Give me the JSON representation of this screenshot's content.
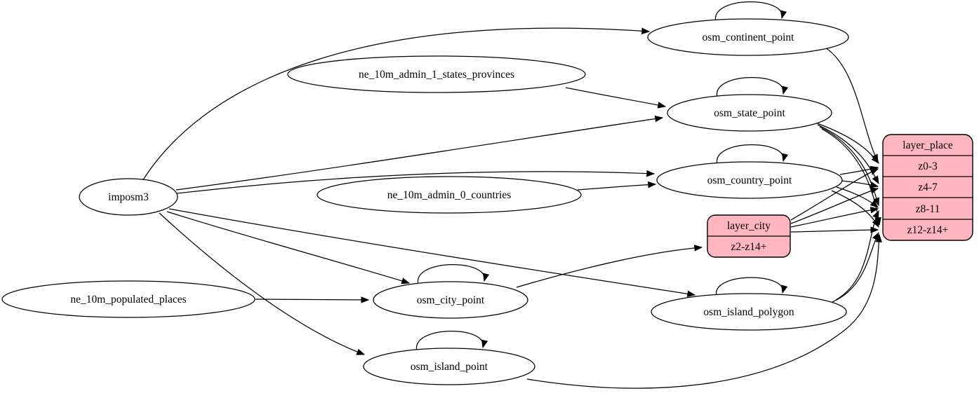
{
  "diagram_type": "etl-graph",
  "colors": {
    "background": "#ffffff",
    "node_fill": "#ffffff",
    "record_fill": "#ffb6c1",
    "stroke": "#000000"
  },
  "nodes": {
    "imposm3": {
      "label": "imposm3"
    },
    "ne_10m_admin_1_states_provinces": {
      "label": "ne_10m_admin_1_states_provinces"
    },
    "ne_10m_admin_0_countries": {
      "label": "ne_10m_admin_0_countries"
    },
    "ne_10m_populated_places": {
      "label": "ne_10m_populated_places"
    },
    "osm_continent_point": {
      "label": "osm_continent_point"
    },
    "osm_state_point": {
      "label": "osm_state_point"
    },
    "osm_country_point": {
      "label": "osm_country_point"
    },
    "osm_city_point": {
      "label": "osm_city_point"
    },
    "osm_island_polygon": {
      "label": "osm_island_polygon"
    },
    "osm_island_point": {
      "label": "osm_island_point"
    }
  },
  "records": {
    "layer_city": {
      "title": "layer_city",
      "rows": [
        "z2-z14+"
      ]
    },
    "layer_place": {
      "title": "layer_place",
      "rows": [
        "z0-3",
        "z4-7",
        "z8-11",
        "z12-z14+"
      ]
    }
  },
  "edges": [
    {
      "from": "imposm3",
      "to": "osm_continent_point"
    },
    {
      "from": "imposm3",
      "to": "osm_state_point"
    },
    {
      "from": "imposm3",
      "to": "osm_country_point"
    },
    {
      "from": "imposm3",
      "to": "osm_city_point"
    },
    {
      "from": "imposm3",
      "to": "osm_island_polygon"
    },
    {
      "from": "imposm3",
      "to": "osm_island_point"
    },
    {
      "from": "ne_10m_admin_1_states_provinces",
      "to": "osm_state_point"
    },
    {
      "from": "ne_10m_admin_0_countries",
      "to": "osm_country_point"
    },
    {
      "from": "ne_10m_populated_places",
      "to": "osm_city_point"
    },
    {
      "from": "osm_continent_point",
      "to": "osm_continent_point"
    },
    {
      "from": "osm_state_point",
      "to": "osm_state_point"
    },
    {
      "from": "osm_country_point",
      "to": "osm_country_point"
    },
    {
      "from": "osm_city_point",
      "to": "osm_city_point"
    },
    {
      "from": "osm_island_polygon",
      "to": "osm_island_polygon"
    },
    {
      "from": "osm_island_point",
      "to": "osm_island_point"
    },
    {
      "from": "osm_continent_point",
      "to": "layer_place",
      "port": "z0-3"
    },
    {
      "from": "osm_state_point",
      "to": "layer_place",
      "port": "z0-3"
    },
    {
      "from": "osm_state_point",
      "to": "layer_place",
      "port": "z4-7"
    },
    {
      "from": "osm_state_point",
      "to": "layer_place",
      "port": "z8-11"
    },
    {
      "from": "osm_state_point",
      "to": "layer_place",
      "port": "z12-z14+"
    },
    {
      "from": "osm_country_point",
      "to": "layer_place",
      "port": "z0-3"
    },
    {
      "from": "osm_country_point",
      "to": "layer_place",
      "port": "z4-7"
    },
    {
      "from": "osm_country_point",
      "to": "layer_place",
      "port": "z8-11"
    },
    {
      "from": "osm_country_point",
      "to": "layer_place",
      "port": "z12-z14+"
    },
    {
      "from": "osm_city_point",
      "to": "layer_city",
      "port": "z2-z14+"
    },
    {
      "from": "layer_city",
      "to": "layer_place",
      "port": "z0-3"
    },
    {
      "from": "layer_city",
      "to": "layer_place",
      "port": "z4-7"
    },
    {
      "from": "layer_city",
      "to": "layer_place",
      "port": "z8-11"
    },
    {
      "from": "layer_city",
      "to": "layer_place",
      "port": "z12-z14+"
    },
    {
      "from": "osm_island_polygon",
      "to": "layer_place",
      "port": "z8-11"
    },
    {
      "from": "osm_island_polygon",
      "to": "layer_place",
      "port": "z12-z14+"
    },
    {
      "from": "osm_island_point",
      "to": "layer_place",
      "port": "z12-z14+"
    }
  ]
}
